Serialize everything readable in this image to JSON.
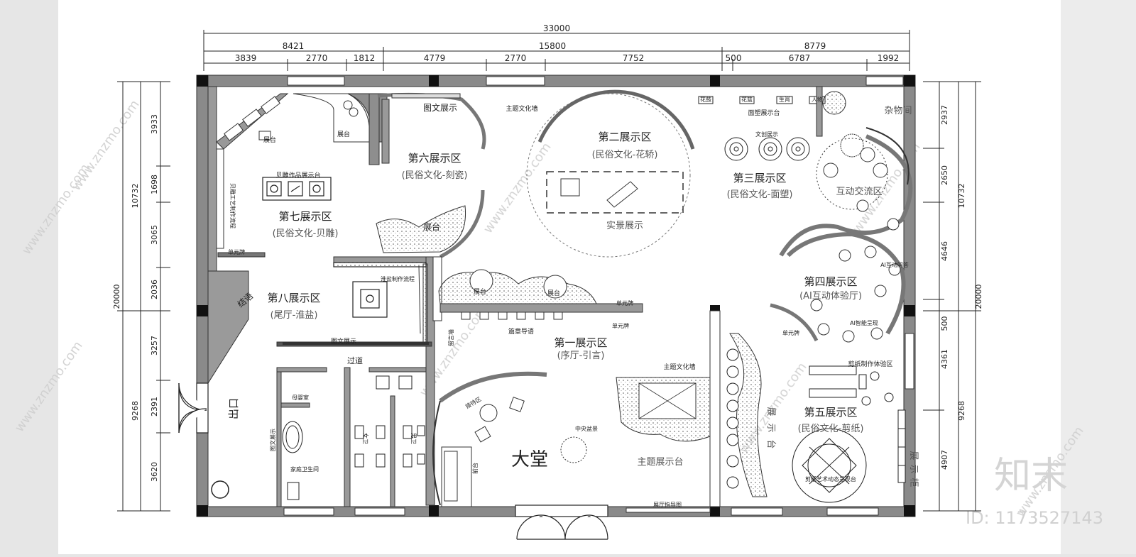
{
  "dimensions": {
    "total_width": "33000",
    "row2": [
      "8421",
      "15800",
      "8779"
    ],
    "row3": [
      "3839",
      "2770",
      "1812",
      "4779",
      "2770",
      "7752",
      "500",
      "6787",
      "1992"
    ],
    "left_outer": [
      "10732",
      "20000",
      "9268"
    ],
    "left_inner": [
      "3933",
      "1698",
      "3065",
      "2036",
      "3257",
      "2391",
      "3620"
    ],
    "right_inner": [
      "2937",
      "2650",
      "4646",
      "500",
      "4361",
      "4907"
    ],
    "right_outer": [
      "10732",
      "20000",
      "9268"
    ]
  },
  "zones": {
    "z1": {
      "title": "第一展示区",
      "sub": "(序厅-引言)"
    },
    "z2": {
      "title": "第二展示区",
      "sub": "(民俗文化-花轿)"
    },
    "z3": {
      "title": "第三展示区",
      "sub": "(民俗文化-面塑)"
    },
    "z4": {
      "title": "第四展示区",
      "sub": "(AI互动体验厅)"
    },
    "z5": {
      "title": "第五展示区",
      "sub": "(民俗文化-剪纸)"
    },
    "z6": {
      "title": "第六展示区",
      "sub": "(民俗文化-刻瓷)"
    },
    "z7": {
      "title": "第七展示区",
      "sub": "(民俗文化-贝雕)"
    },
    "z8": {
      "title": "第八展示区",
      "sub": "(尾厅-淮盐)"
    }
  },
  "labels": {
    "lobby": "大堂",
    "exit": "出口",
    "storage": "杂物间",
    "interaction": "互动交流区",
    "scene": "实景展示",
    "theme_platform": "主题展示台",
    "theme_wall_top": "主题文化墙",
    "theme_wall_mid": "主题文化墙",
    "graphic_display_6": "图文展示",
    "graphic_display_8": "图文展示",
    "graphic_display_left": "图文展示",
    "booth_1": "展台",
    "booth_2": "展台",
    "booth_3": "展台",
    "booth_4": "展台",
    "booth_5": "展台",
    "shell_table": "贝雕作品展示台",
    "shell_process": "贝雕工艺制作流程",
    "salt_process": "淮盐制作流程",
    "dough_table": "面塑展示台",
    "wenchuang": "文创展示",
    "ai_qa": "AI互动问答",
    "ai_present": "AI智能呈现",
    "papercut_area": "剪纸制作体验区",
    "papercut_platform": "剪纸艺术动态呈现台",
    "display_stand": "展示台",
    "display_cabinet": "展示柜",
    "guide_map": "展厅指导图",
    "chapter_guide": "篇章导语",
    "unit_plate_1": "单元牌",
    "unit_plate_2": "单元牌",
    "unit_plate_3": "单元牌",
    "unit_plate_4": "单元牌",
    "passage": "过道",
    "mother_room": "母婴室",
    "family_wc": "家庭卫生间",
    "female_wc": "女卫",
    "male_wc": "男卫",
    "epilogue": "结语",
    "message_wall": "留言墙",
    "reception": "接待区",
    "front_desk": "前台",
    "center_bonsai": "中央盆景",
    "tags": [
      "花鼓",
      "花篮",
      "生肖",
      "人物"
    ]
  },
  "watermark": {
    "site": "www.znzmo.com",
    "logo": "知末",
    "id": "ID: 1173527143"
  }
}
